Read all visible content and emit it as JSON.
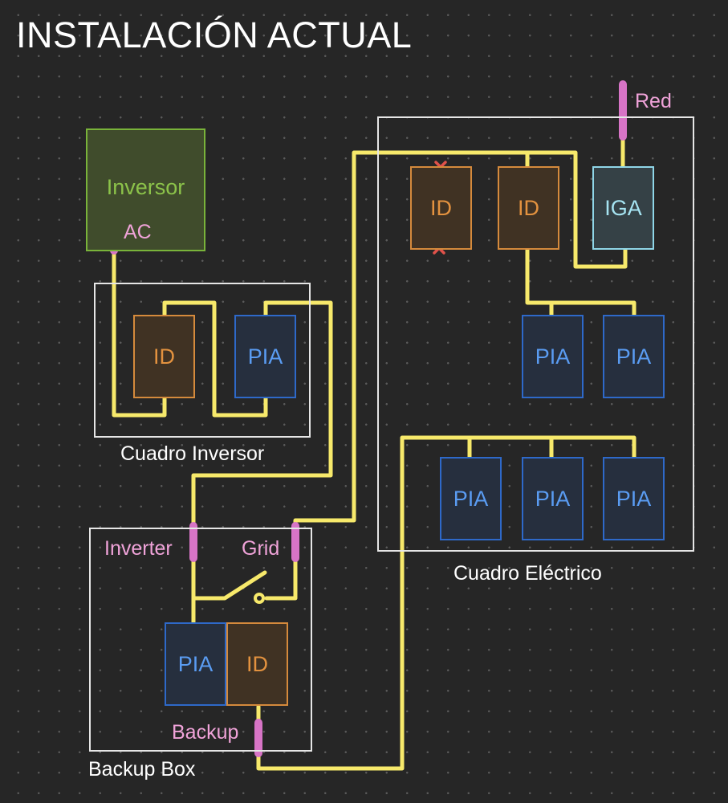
{
  "title": "INSTALACIÓN ACTUAL",
  "inversor": {
    "label": "Inversor",
    "ac_label": "AC"
  },
  "cuadro_inversor": {
    "label": "Cuadro Inversor",
    "id_label": "ID",
    "pia_label": "PIA"
  },
  "cuadro_electrico": {
    "label": "Cuadro Eléctrico",
    "red_label": "Red",
    "id_disconnected_label": "ID",
    "id_label": "ID",
    "iga_label": "IGA",
    "pia_labels": [
      "PIA",
      "PIA",
      "PIA",
      "PIA",
      "PIA"
    ]
  },
  "backup_box": {
    "label": "Backup Box",
    "inverter_label": "Inverter",
    "grid_label": "Grid",
    "backup_label": "Backup",
    "pia_label": "PIA",
    "id_label": "ID"
  },
  "colors": {
    "wire": "#f7e96b",
    "terminal": "#d774c6",
    "id": "#d58a3c",
    "pia": "#2e69c9",
    "iga": "#8fd6e8",
    "inverter": "#79b33a",
    "frame": "#e6e6e6",
    "disconnect_mark": "#e0524a"
  }
}
